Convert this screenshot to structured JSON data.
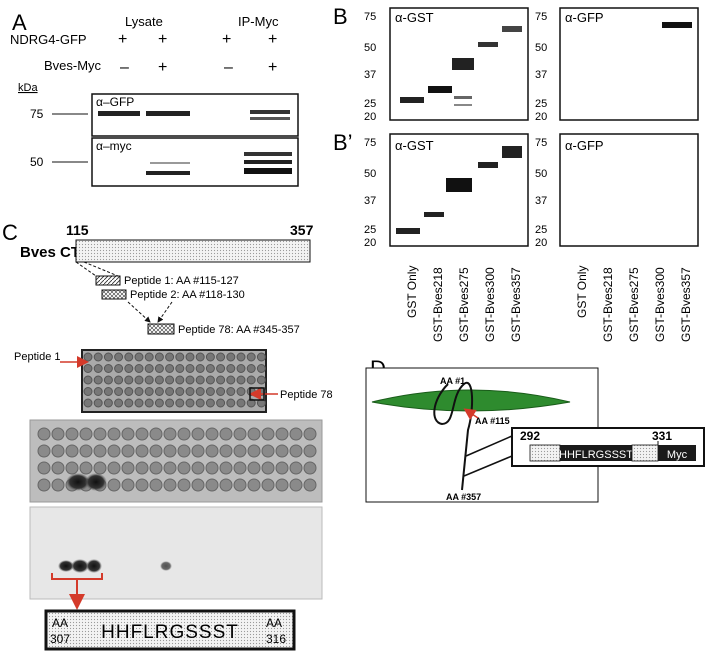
{
  "panels": {
    "A": "A",
    "B": "B",
    "Bprime": "B’",
    "C": "C",
    "D": "D"
  },
  "panelA": {
    "group_labels": [
      "Lysate",
      "IP-Myc"
    ],
    "row1_label": "NDRG4-GFP",
    "row1_signs": [
      "+",
      "+",
      "+",
      "+"
    ],
    "row2_label": "Bves-Myc",
    "row2_signs": [
      "–",
      "+",
      "–",
      "+"
    ],
    "kda_label": "kDa",
    "blot1_label": "α–GFP",
    "blot1_marker": "75",
    "blot2_label": "α–myc",
    "blot2_marker": "50"
  },
  "panelB": {
    "gst_label": "α-GST",
    "gfp_label": "α-GFP",
    "markers": [
      "75",
      "50",
      "37",
      "25",
      "20"
    ],
    "lanes": [
      "GST Only",
      "GST-Bves218",
      "GST-Bves275",
      "GST-Bves300",
      "GST-Bves357"
    ]
  },
  "panelC": {
    "construct_label": "Bves CT",
    "start": "115",
    "end": "357",
    "peptides": [
      "Peptide 1: AA #115-127",
      "Peptide 2: AA #118-130",
      "Peptide 78: AA #345-357"
    ],
    "array_label_1": "Peptide 1",
    "array_label_78": "Peptide 78",
    "bottom_sequence": "HHFLRGSSST",
    "aa_left": "AA",
    "aa_left_num": "307",
    "aa_right": "AA",
    "aa_right_num": "316"
  },
  "panelD": {
    "aa1": "AA #1",
    "aa115": "AA #115",
    "aa357": "AA #357",
    "n292": "292",
    "n331": "331",
    "seq": "HHFLRGSSST",
    "tag": "Myc"
  },
  "colors": {
    "membrane": "#2e8b2e",
    "arrow": "#d43a2a",
    "black": "#111111"
  }
}
